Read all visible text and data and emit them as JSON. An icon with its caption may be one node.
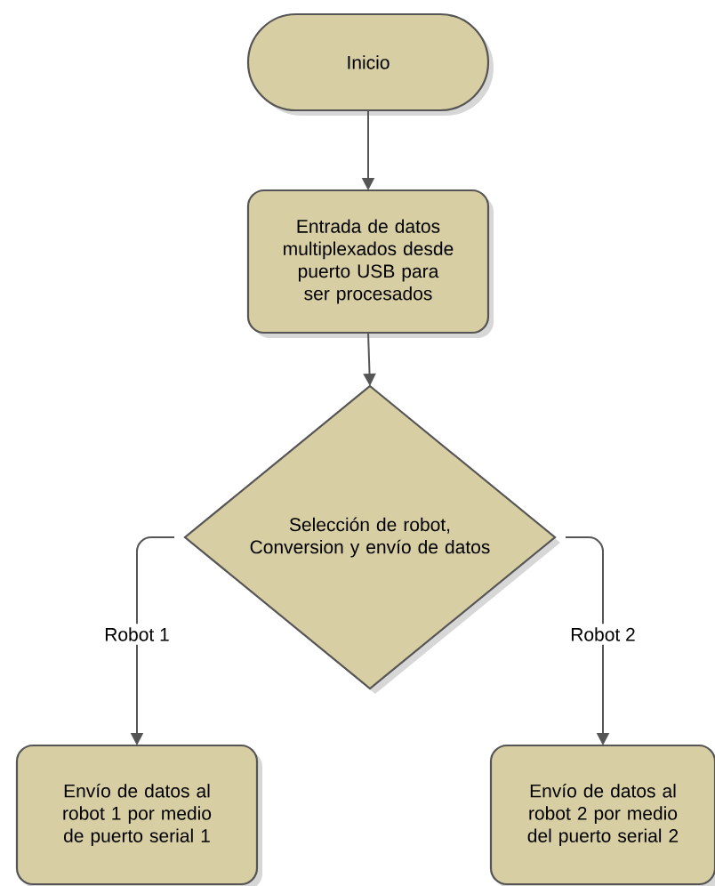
{
  "diagram": {
    "nodes": [
      {
        "text": [
          "Inicio"
        ]
      },
      {
        "text": [
          "Entrada de datos multiplexados desde puerto USB para ser procesados"
        ]
      },
      {
        "text": [
          "Selección de robot, Conversion y envío de datos"
        ]
      },
      {
        "text": [
          "Envío de datos al robot 1 por medio de puerto serial 1"
        ]
      },
      {
        "text": [
          "Envío de datos al robot 2 por medio del puerto serial 2"
        ]
      }
    ],
    "edges": [
      {
        "from": 0,
        "to": 1,
        "arrow": "to"
      },
      {
        "from": 1,
        "to": 2,
        "arrow": "to"
      },
      {
        "from": 2,
        "to": 3,
        "arrow": "to",
        "label": "Robot 1"
      },
      {
        "from": 2,
        "to": 4,
        "arrow": "to",
        "label": "Robot 2"
      }
    ]
  }
}
